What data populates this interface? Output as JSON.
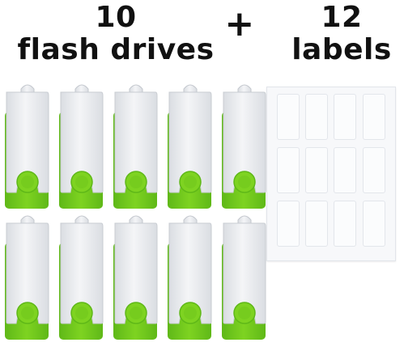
{
  "headline": {
    "left_line1": "10",
    "left_line2": "flash drives",
    "plus": "+",
    "right_line1": "12",
    "right_line2": "labels"
  },
  "drive_count": 10,
  "label_count": 12,
  "colors": {
    "drive_body": "#7ed321",
    "drive_body_dark": "#5fb818",
    "swivel_cap": "#dadde2",
    "swivel_cap_highlight": "#f4f5f7",
    "text": "#111111"
  }
}
